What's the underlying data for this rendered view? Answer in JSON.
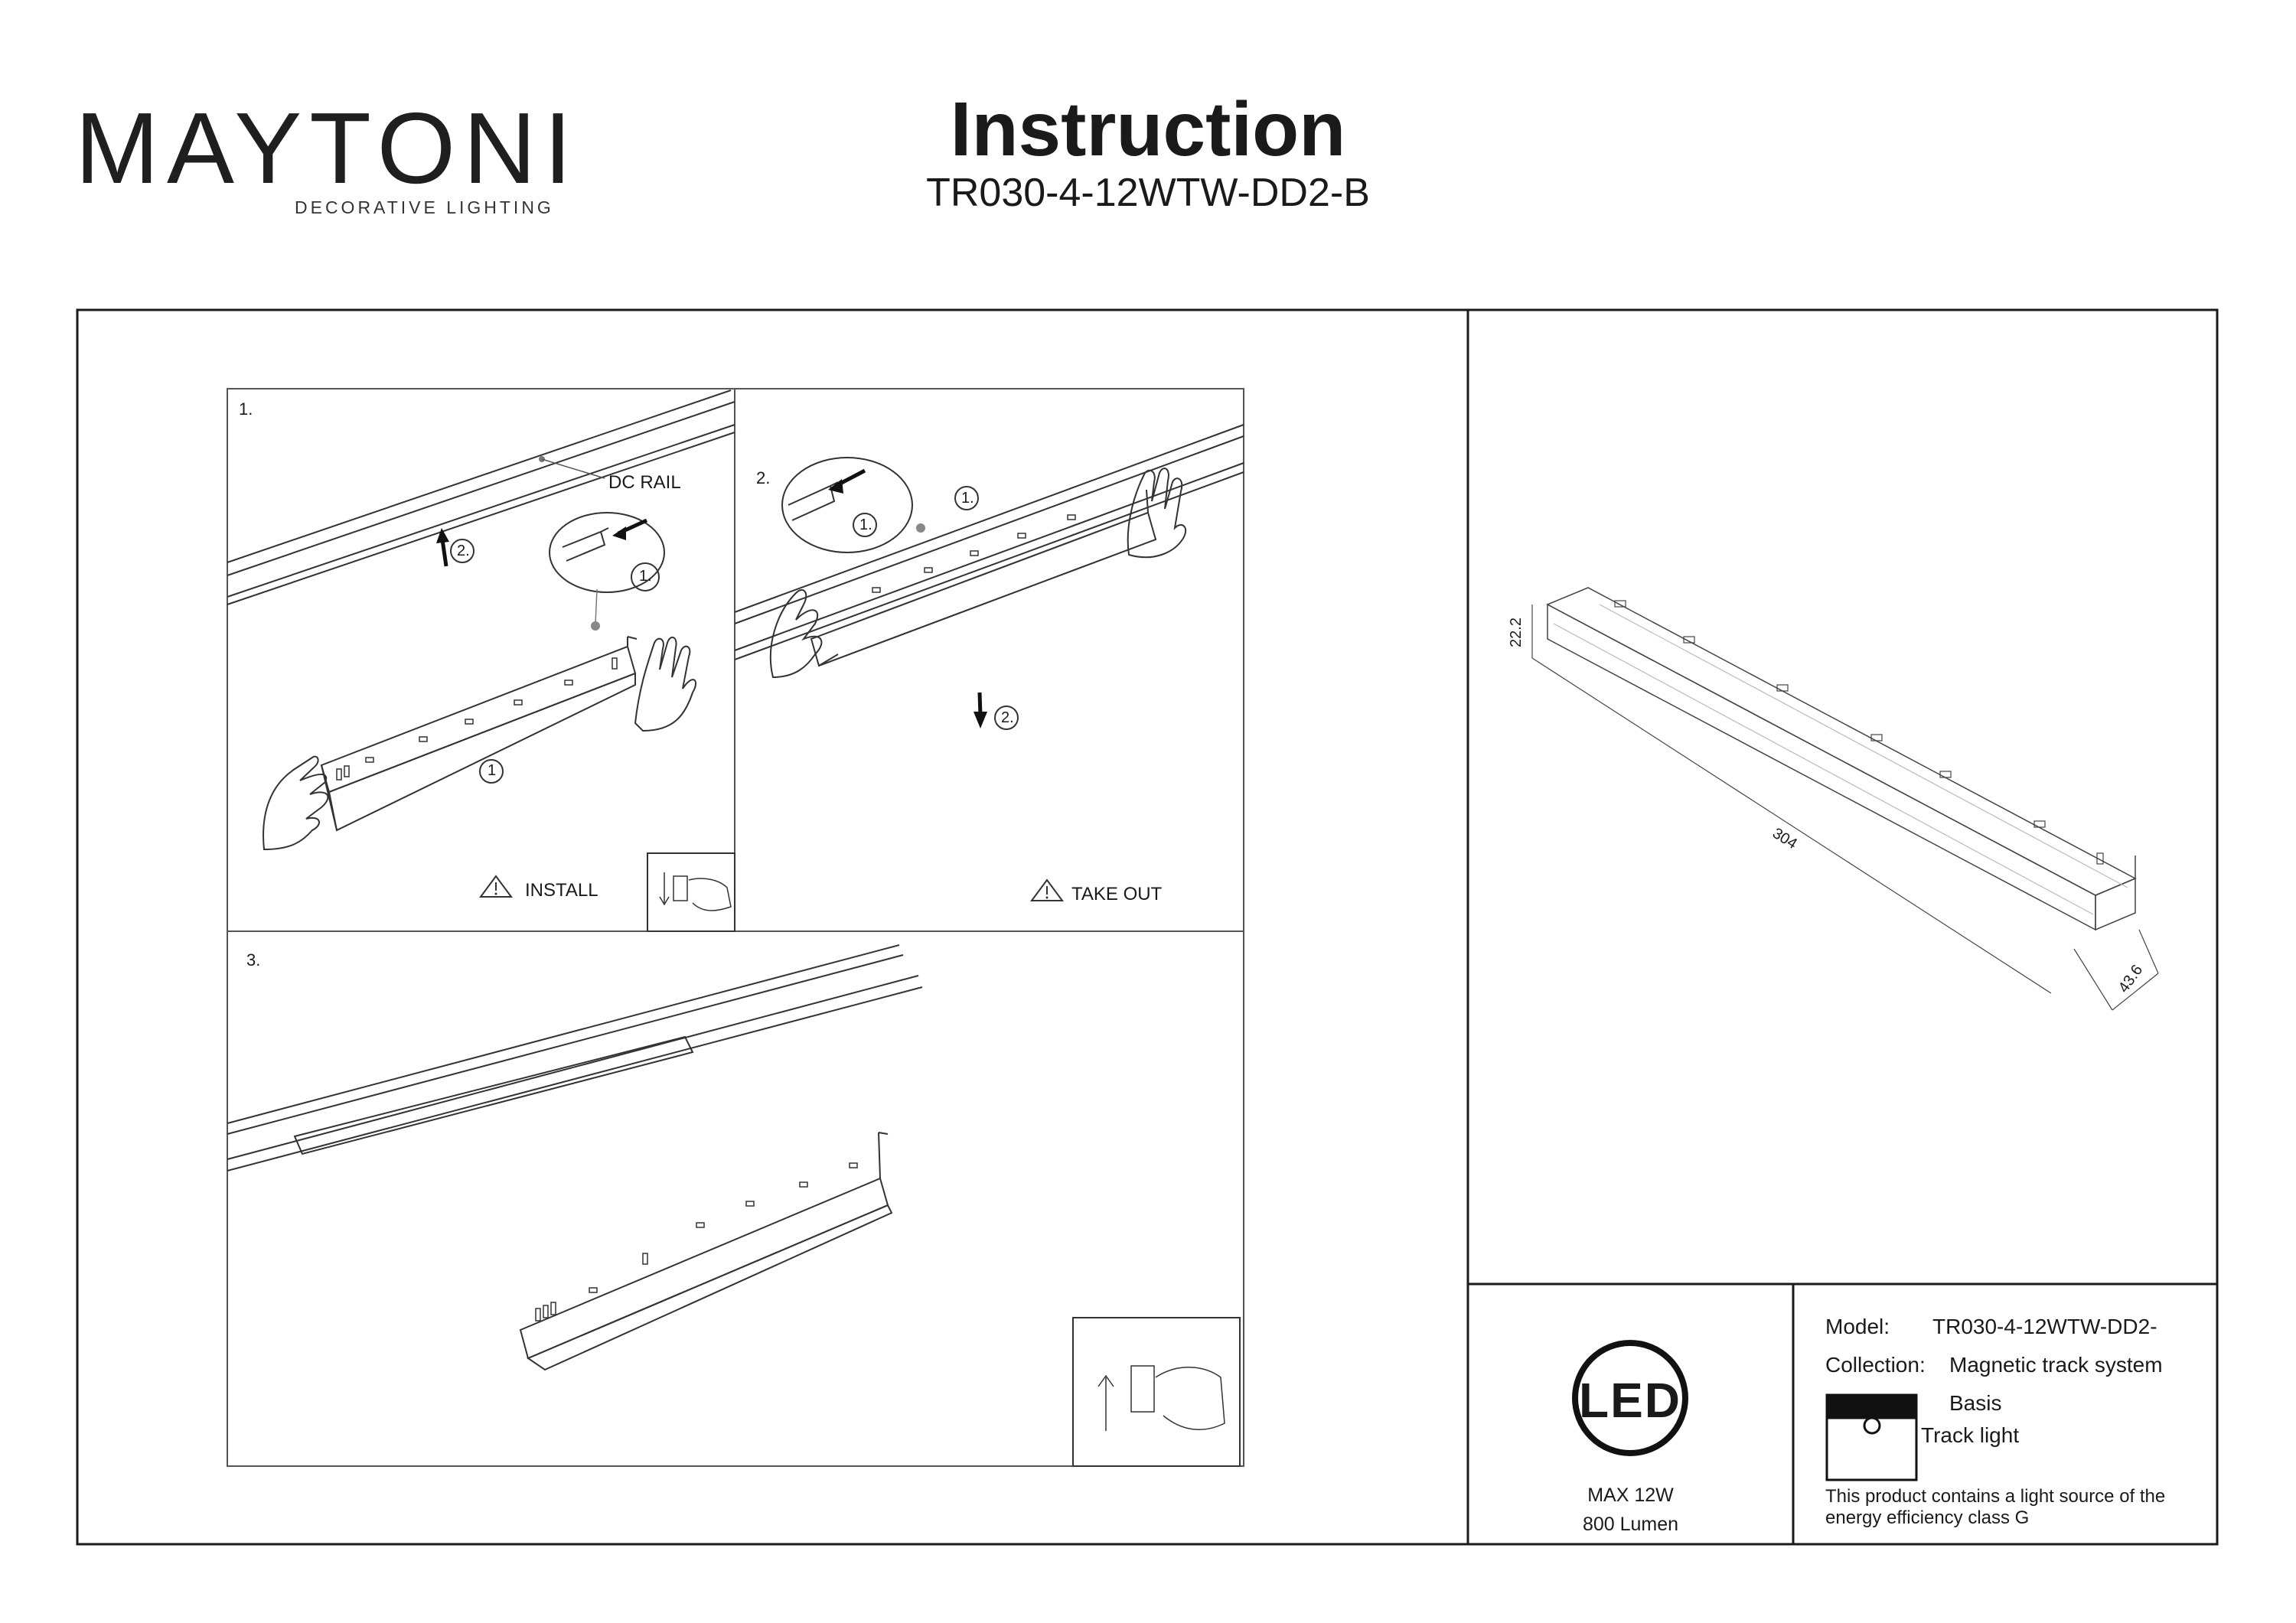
{
  "header": {
    "brand": "MAYTONI",
    "brand_tagline": "DECORATIVE LIGHTING",
    "title": "Instruction",
    "model_code": "TR030-4-12WTW-DD2-B"
  },
  "steps": {
    "step1": {
      "number": "1.",
      "rail_label": "DC RAIL",
      "marker_1": "1.",
      "marker_2": "2.",
      "marker_plain": "1",
      "action_label": "INSTALL"
    },
    "step2": {
      "number": "2.",
      "marker_1a": "1.",
      "marker_1b": "1.",
      "marker_2": "2.",
      "action_label": "TAKE OUT"
    },
    "step3": {
      "number": "3."
    }
  },
  "dimensions": {
    "height": "22.2",
    "length": "304",
    "width": "43.6"
  },
  "led_block": {
    "badge": "LED",
    "power": "MAX 12W",
    "lumen": "800 Lumen"
  },
  "spec": {
    "model_label": "Model:",
    "model_value": "TR030-4-12WTW-DD2-",
    "collection_label": "Collection:",
    "collection_value": "Magnetic track system",
    "sub_collection": "Basis",
    "type": "Track light",
    "energy_note": "This product contains a light source of the energy efficiency class G"
  }
}
